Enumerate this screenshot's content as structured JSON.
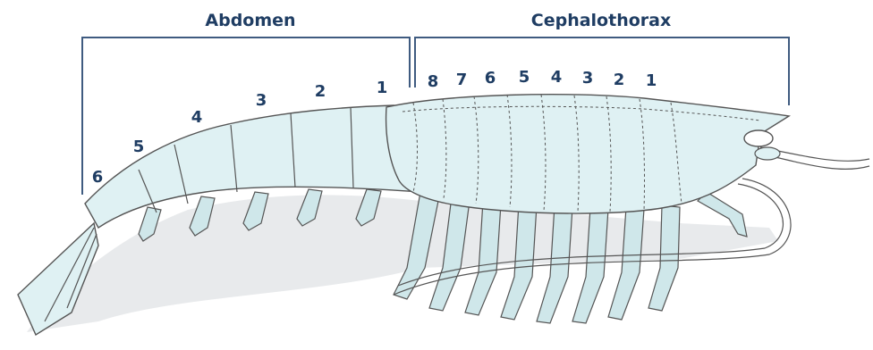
{
  "labels": {
    "abdomen": "Abdomen",
    "cephalothorax": "Cephalothorax"
  },
  "abdomen_segments": [
    "6",
    "5",
    "4",
    "3",
    "2",
    "1"
  ],
  "cephalothorax_segments": [
    "8",
    "7",
    "6",
    "5",
    "4",
    "3",
    "2",
    "1"
  ],
  "colors": {
    "label_text": "#1f3d63",
    "bracket": "#3f5b80",
    "body_fill": "#dff1f3",
    "outline": "#555555"
  }
}
